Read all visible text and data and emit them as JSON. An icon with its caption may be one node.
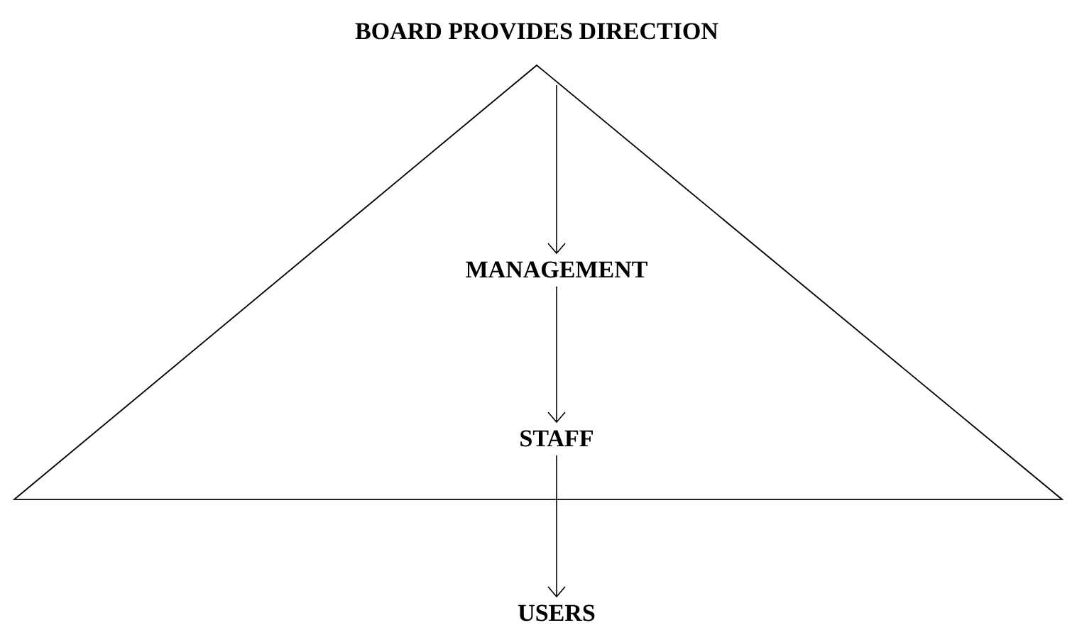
{
  "diagram": {
    "nodes": [
      {
        "text": [
          "BOARD PROVIDES DIRECTION"
        ]
      },
      {
        "text": [
          "MANAGEMENT"
        ],
        "in": 0
      },
      {
        "text": [
          "STAFF"
        ],
        "in": 0
      },
      {
        "text": [
          "USERS"
        ]
      }
    ],
    "edges": [
      {
        "from": 0,
        "to": 1,
        "arrow": "to"
      },
      {
        "from": 1,
        "to": 2,
        "arrow": "to"
      },
      {
        "from": 2,
        "to": 3,
        "arrow": "to"
      }
    ]
  }
}
